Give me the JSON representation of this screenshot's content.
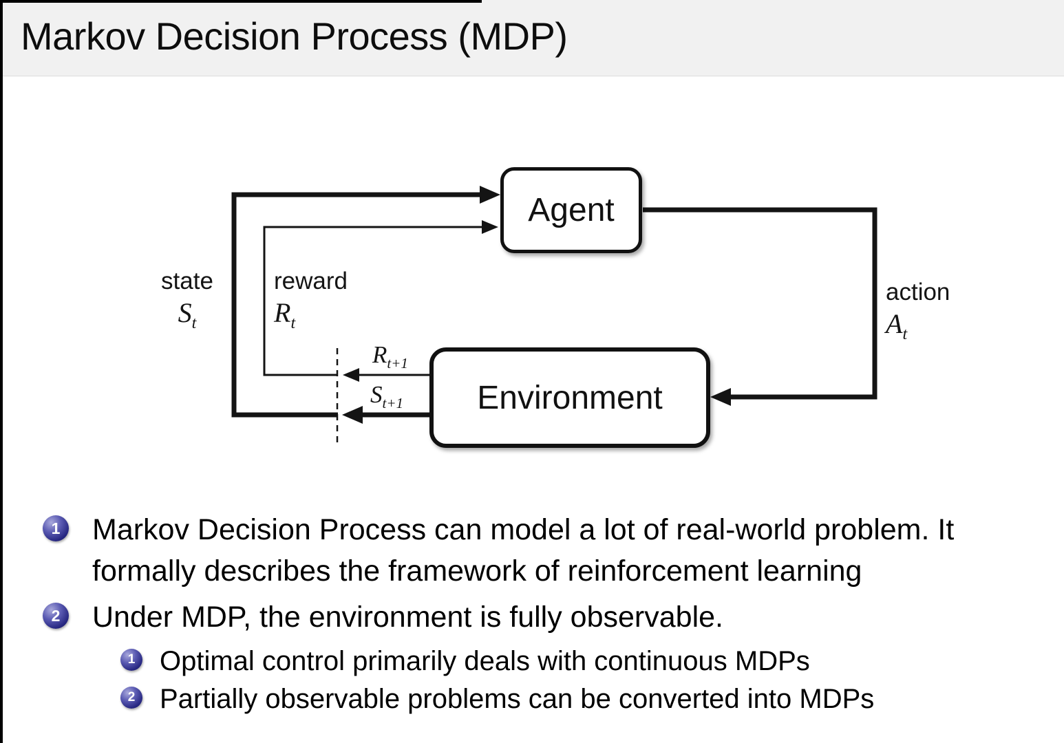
{
  "title": "Markov Decision Process (MDP)",
  "diagram": {
    "agent_label": "Agent",
    "environment_label": "Environment",
    "state_label": "state",
    "state_symbol": {
      "main": "S",
      "sub": "t"
    },
    "reward_label": "reward",
    "reward_symbol": {
      "main": "R",
      "sub": "t"
    },
    "action_label": "action",
    "action_symbol": {
      "main": "A",
      "sub": "t"
    },
    "next_reward_symbol": {
      "main": "R",
      "sub": "t+1"
    },
    "next_state_symbol": {
      "main": "S",
      "sub": "t+1"
    }
  },
  "bullets": [
    {
      "number": "1",
      "text": "Markov Decision Process can model a lot of real-world problem. It formally describes the framework of reinforcement learning"
    },
    {
      "number": "2",
      "text": "Under MDP, the environment is fully observable.",
      "children": [
        {
          "number": "1",
          "text": "Optimal control primarily deals with continuous MDPs"
        },
        {
          "number": "2",
          "text": "Partially observable problems can be converted into MDPs"
        }
      ]
    }
  ],
  "colors": {
    "header_bg": "#f1f1f1",
    "bullet_ball": "#282882",
    "line": "#141414"
  }
}
